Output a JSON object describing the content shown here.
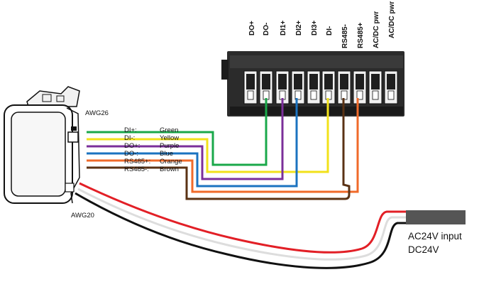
{
  "terminal": {
    "pins": [
      {
        "label": "DO+"
      },
      {
        "label": "DO-"
      },
      {
        "label": "DI1+"
      },
      {
        "label": "DI2+"
      },
      {
        "label": "DI3+"
      },
      {
        "label": "DI-"
      },
      {
        "label": "RS485-"
      },
      {
        "label": "RS485+"
      },
      {
        "label": "AC/DC pwr"
      },
      {
        "label": "AC/DC pwr"
      }
    ]
  },
  "gauges": {
    "signal": "AWG26",
    "power": "AWG20"
  },
  "wires": [
    {
      "signal": "DI+:",
      "color_name": "Green",
      "hex": "#1aa84a"
    },
    {
      "signal": "DI-:",
      "color_name": "Yellow",
      "hex": "#f2e11a"
    },
    {
      "signal": "DO+:",
      "color_name": "Purple",
      "hex": "#7b2f9a"
    },
    {
      "signal": "DO-:",
      "color_name": "Blue",
      "hex": "#1b73c0"
    },
    {
      "signal": "RS485+:",
      "color_name": "Orange",
      "hex": "#f06a2a"
    },
    {
      "signal": "RS485-:",
      "color_name": "Brown",
      "hex": "#5a3214"
    }
  ],
  "power_input": {
    "line1": "AC24V input",
    "line2": "DC24V",
    "wire_colors": [
      "#e21f26",
      "#111111"
    ]
  }
}
